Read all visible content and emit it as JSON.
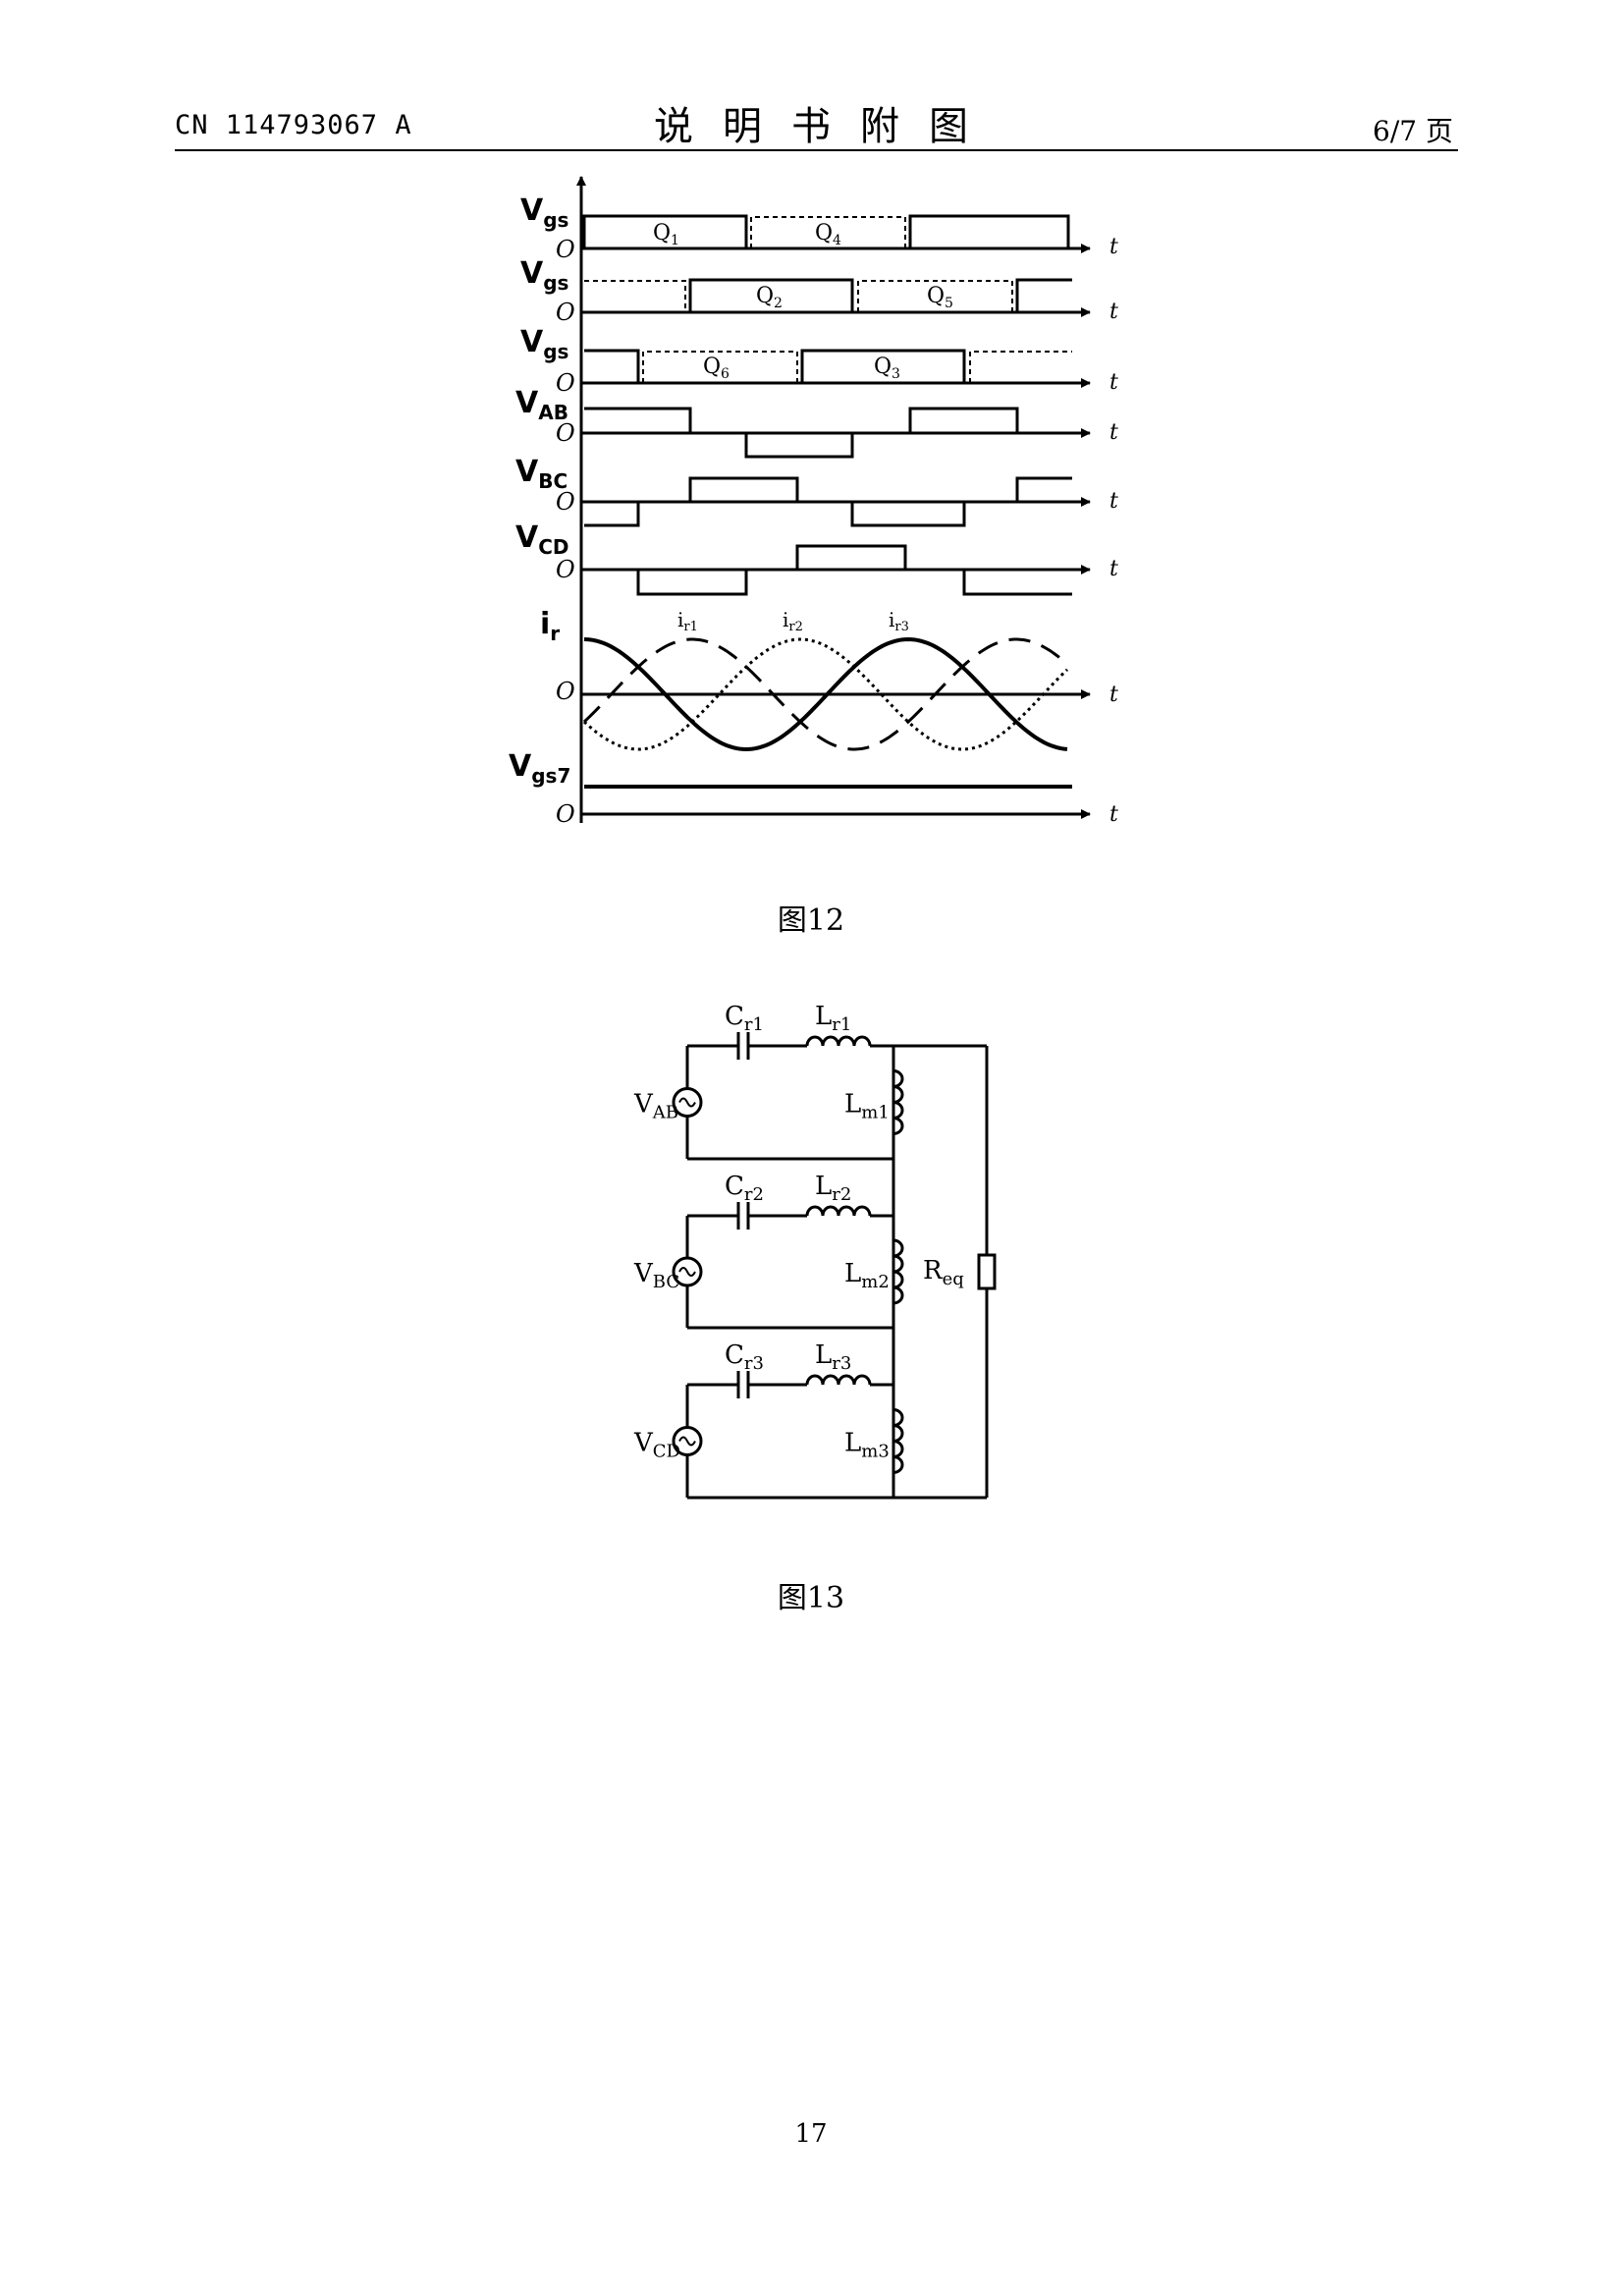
{
  "header": {
    "left": "CN 114793067 A",
    "center": "说明书附图",
    "right": "6/7 页"
  },
  "figure12": {
    "caption": "图12",
    "rows": [
      {
        "label_main": "V",
        "label_sub": "gs",
        "origin": "O",
        "axis_end": "t",
        "pulses": [
          "Q1",
          "Q4"
        ]
      },
      {
        "label_main": "V",
        "label_sub": "gs",
        "origin": "O",
        "axis_end": "t",
        "pulses": [
          "Q2",
          "Q5"
        ]
      },
      {
        "label_main": "V",
        "label_sub": "gs",
        "origin": "O",
        "axis_end": "t",
        "pulses": [
          "Q6",
          "Q3"
        ]
      },
      {
        "label_main": "V",
        "label_sub": "AB",
        "origin": "O",
        "axis_end": "t"
      },
      {
        "label_main": "V",
        "label_sub": "BC",
        "origin": "O",
        "axis_end": "t"
      },
      {
        "label_main": "V",
        "label_sub": "CD",
        "origin": "O",
        "axis_end": "t"
      },
      {
        "label_main": "i",
        "label_sub": "r",
        "origin": "O",
        "axis_end": "t",
        "curves": [
          "ir1",
          "ir2",
          "ir3"
        ]
      },
      {
        "label_main": "V",
        "label_sub": "gs7",
        "origin": "O",
        "axis_end": "t"
      }
    ],
    "pulse_labels": {
      "Q1": {
        "main": "Q",
        "sub": "1"
      },
      "Q4": {
        "main": "Q",
        "sub": "4"
      },
      "Q2": {
        "main": "Q",
        "sub": "2"
      },
      "Q5": {
        "main": "Q",
        "sub": "5"
      },
      "Q6": {
        "main": "Q",
        "sub": "6"
      },
      "Q3": {
        "main": "Q",
        "sub": "3"
      }
    },
    "curve_labels": {
      "ir1": {
        "main": "i",
        "sub": "r1"
      },
      "ir2": {
        "main": "i",
        "sub": "r2"
      },
      "ir3": {
        "main": "i",
        "sub": "r3"
      }
    }
  },
  "figure13": {
    "caption": "图13",
    "sources": [
      {
        "main": "V",
        "sub": "AB"
      },
      {
        "main": "V",
        "sub": "BC"
      },
      {
        "main": "V",
        "sub": "CD"
      }
    ],
    "capacitors": [
      {
        "main": "C",
        "sub": "r1"
      },
      {
        "main": "C",
        "sub": "r2"
      },
      {
        "main": "C",
        "sub": "r3"
      }
    ],
    "series_inductors": [
      {
        "main": "L",
        "sub": "r1"
      },
      {
        "main": "L",
        "sub": "r2"
      },
      {
        "main": "L",
        "sub": "r3"
      }
    ],
    "magnetizing_inductors": [
      {
        "main": "L",
        "sub": "m1"
      },
      {
        "main": "L",
        "sub": "m2"
      },
      {
        "main": "L",
        "sub": "m3"
      }
    ],
    "load": {
      "main": "R",
      "sub": "eq"
    }
  },
  "page_number": "17"
}
